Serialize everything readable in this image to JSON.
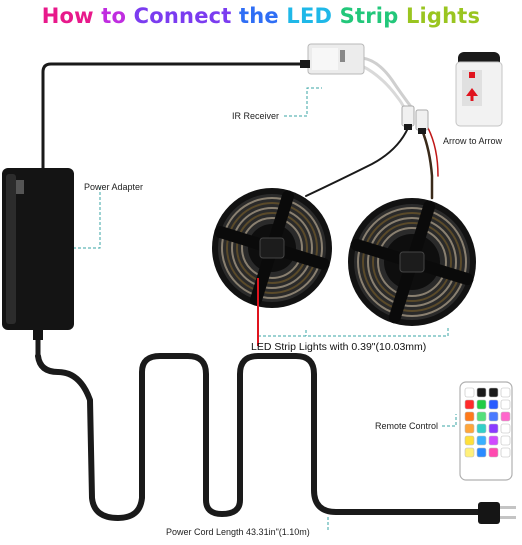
{
  "title": {
    "segments": [
      {
        "text": "How ",
        "color": "#e8198b"
      },
      {
        "text": "to ",
        "color": "#c02de0"
      },
      {
        "text": "Connect ",
        "color": "#7b3cf0"
      },
      {
        "text": "the ",
        "color": "#2f6ef5"
      },
      {
        "text": "LED ",
        "color": "#1fb8e8"
      },
      {
        "text": "Strip ",
        "color": "#22c77a"
      },
      {
        "text": "Lights",
        "color": "#9ac520"
      }
    ]
  },
  "labels": {
    "ir_receiver": "IR Receiver",
    "arrow_to_arrow": "Arrow to Arrow",
    "power_adapter": "Power Adapter",
    "led_strip": "LED Strip Lights with 0.39\"(10.03mm)",
    "remote_control": "Remote Control",
    "power_cord": "Power Cord Length 43.31in\"(1.10m)"
  },
  "colors": {
    "cable": "#1a1a1a",
    "leader_line": "#3aa6a6",
    "red_marker": "#e0141e"
  },
  "remote_buttons": [
    "#ffffff",
    "#1a1a1a",
    "#1a1a1a",
    "#ffffff",
    "#ff2a2a",
    "#22cc44",
    "#2a5cff",
    "#ffffff",
    "#ff7a1a",
    "#55e07a",
    "#4a7aff",
    "#ff66cc",
    "#ffa53a",
    "#33d0c8",
    "#8a3aff",
    "#ffffff",
    "#ffe03a",
    "#3ab0ff",
    "#d04aff",
    "#ffffff",
    "#fff07a",
    "#2a8aff",
    "#ff4ab0",
    "#ffffff"
  ]
}
